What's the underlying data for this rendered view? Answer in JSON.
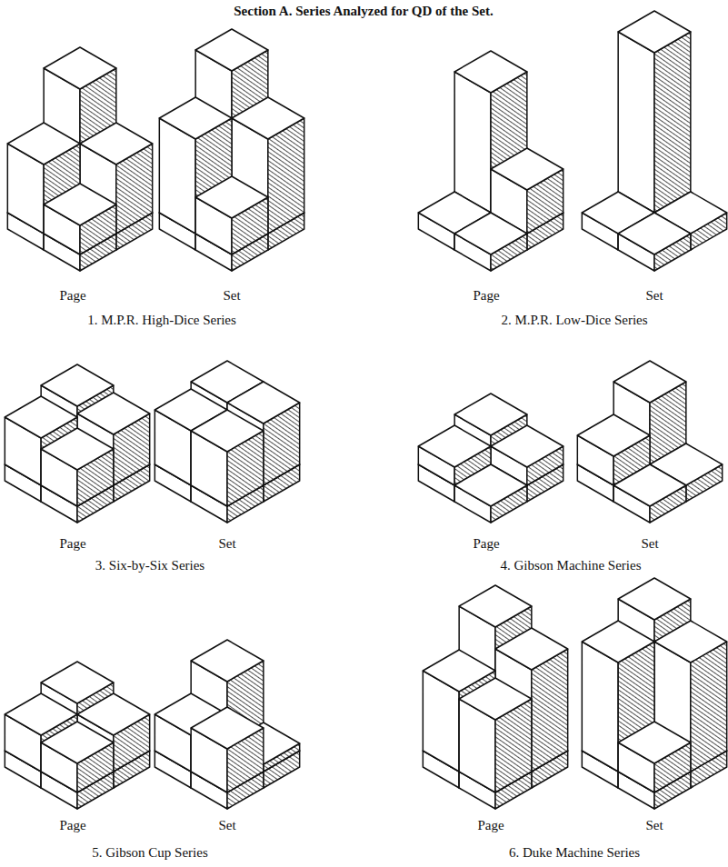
{
  "diagram": {
    "title": "Section A. Series Analyzed for QD of the Set.",
    "labels": [
      "Page",
      "Set",
      "Page",
      "Set",
      "1. M.P.R. High-Dice Series",
      "2. M.P.R. Low-Dice Series",
      "Page",
      "Set",
      "Page",
      "Set",
      "3. Six-by-Six Series",
      "4. Gibson Machine Series",
      "Page",
      "Set",
      "Page",
      "Set",
      "5. Gibson Cup Series",
      "6. Duke Machine Series"
    ]
  }
}
